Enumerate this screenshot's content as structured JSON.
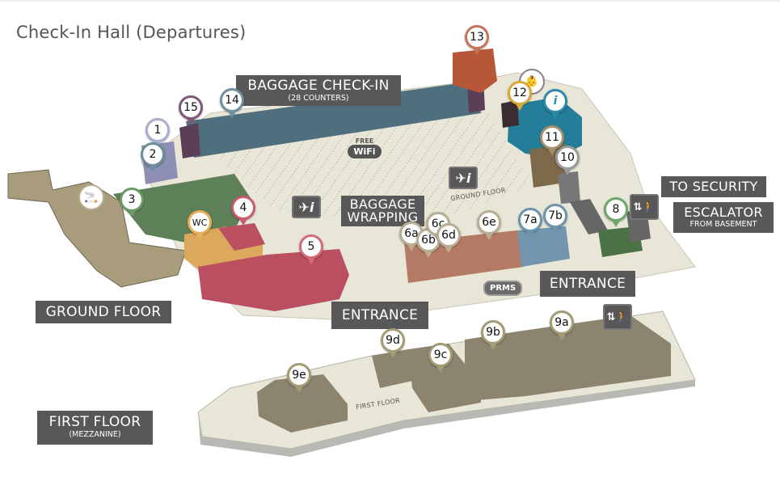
{
  "title": "Check-In Hall (Departures)",
  "labels": {
    "baggage_checkin": {
      "main": "BAGGAGE CHECK-IN",
      "sub": "(28 COUNTERS)"
    },
    "baggage_wrapping": {
      "main": "BAGGAGE",
      "main2": "WRAPPING"
    },
    "to_security": {
      "main": "TO SECURITY"
    },
    "escalator": {
      "main": "ESCALATOR",
      "sub": "FROM BASEMENT"
    },
    "entrance_left": {
      "main": "ENTRANCE"
    },
    "entrance_right": {
      "main": "ENTRANCE"
    },
    "ground_floor": {
      "main": "GROUND FLOOR"
    },
    "first_floor": {
      "main": "FIRST FLOOR",
      "sub": "(MEZZANINE)"
    }
  },
  "floor_texts": {
    "ground": "GROUND FLOOR",
    "first": "FIRST FLOOR"
  },
  "wifi": {
    "top": "FREE",
    "logo": "WiFi"
  },
  "prms": "PRMS",
  "wc": "WC",
  "info_glyph": "i",
  "pins": [
    {
      "id": "1",
      "color": "#a9aed0"
    },
    {
      "id": "2",
      "color": "#6f8e9c"
    },
    {
      "id": "3",
      "color": "#6a9a63"
    },
    {
      "id": "4",
      "color": "#c85a6c"
    },
    {
      "id": "5",
      "color": "#d46a7a"
    },
    {
      "id": "6a",
      "color": "#b9ad93"
    },
    {
      "id": "6b",
      "color": "#b9ad93"
    },
    {
      "id": "6c",
      "color": "#b9ad93"
    },
    {
      "id": "6d",
      "color": "#b9ad93"
    },
    {
      "id": "6e",
      "color": "#b9ad93"
    },
    {
      "id": "7a",
      "color": "#6e94ac"
    },
    {
      "id": "7b",
      "color": "#6e94ac"
    },
    {
      "id": "8",
      "color": "#6fa66a"
    },
    {
      "id": "9a",
      "color": "#a39c74"
    },
    {
      "id": "9b",
      "color": "#a39c74"
    },
    {
      "id": "9c",
      "color": "#a39c74"
    },
    {
      "id": "9d",
      "color": "#a39c74"
    },
    {
      "id": "9e",
      "color": "#a39c74"
    },
    {
      "id": "10",
      "color": "#9a9a9a"
    },
    {
      "id": "11",
      "color": "#a58f6c"
    },
    {
      "id": "12",
      "color": "#d9a93c"
    },
    {
      "id": "13",
      "color": "#c67358"
    },
    {
      "id": "14",
      "color": "#6f909c"
    },
    {
      "id": "15",
      "color": "#7d5878"
    },
    {
      "id": "i",
      "color": "#2f89aa"
    }
  ],
  "colors": {
    "floor": "#e8e6d6",
    "counters": "#4f6f7e",
    "label_bg": "#58585a",
    "smoking": "#a89c7c",
    "zone3": "#5e8058",
    "wc": "#dba85c",
    "shop5": "#b94f61",
    "shop6": "#b57a66",
    "zone7": "#7395ad",
    "zone8": "#4b7244",
    "info_desk": "#247e99",
    "zone13": "#b85737",
    "mezzanine_blocks": "#8c846f"
  }
}
